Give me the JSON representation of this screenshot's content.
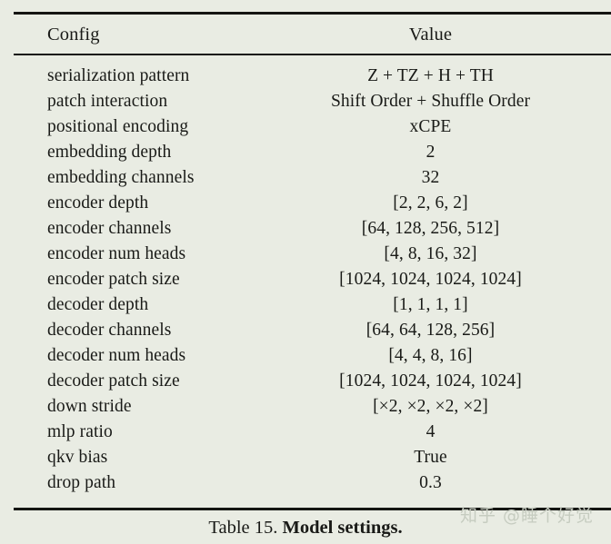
{
  "table": {
    "headers": {
      "config": "Config",
      "value": "Value"
    },
    "rows": [
      {
        "config": "serialization pattern",
        "value": "Z + TZ + H + TH"
      },
      {
        "config": "patch interaction",
        "value": "Shift Order + Shuffle Order"
      },
      {
        "config": "positional encoding",
        "value": "xCPE"
      },
      {
        "config": "embedding depth",
        "value": "2"
      },
      {
        "config": "embedding channels",
        "value": "32"
      },
      {
        "config": "encoder depth",
        "value": "[2, 2, 6, 2]"
      },
      {
        "config": "encoder channels",
        "value": "[64, 128, 256, 512]"
      },
      {
        "config": "encoder num heads",
        "value": "[4, 8, 16, 32]"
      },
      {
        "config": "encoder patch size",
        "value": "[1024, 1024, 1024, 1024]"
      },
      {
        "config": "decoder depth",
        "value": "[1, 1, 1, 1]"
      },
      {
        "config": "decoder channels",
        "value": "[64, 64, 128, 256]"
      },
      {
        "config": "decoder num heads",
        "value": "[4, 4, 8, 16]"
      },
      {
        "config": "decoder patch size",
        "value": "[1024, 1024, 1024, 1024]"
      },
      {
        "config": "down stride",
        "value": "[×2, ×2, ×2, ×2]"
      },
      {
        "config": "mlp ratio",
        "value": "4"
      },
      {
        "config": "qkv bias",
        "value": "True"
      },
      {
        "config": "drop path",
        "value": "0.3"
      }
    ]
  },
  "caption": {
    "number": "Table 15.",
    "title": "Model settings."
  },
  "watermark": {
    "text": "知乎 @睡个好觉"
  },
  "colors": {
    "background": "#e9ece3",
    "text": "#191a17",
    "rule": "#141512",
    "watermark": "#c6ccc0"
  }
}
